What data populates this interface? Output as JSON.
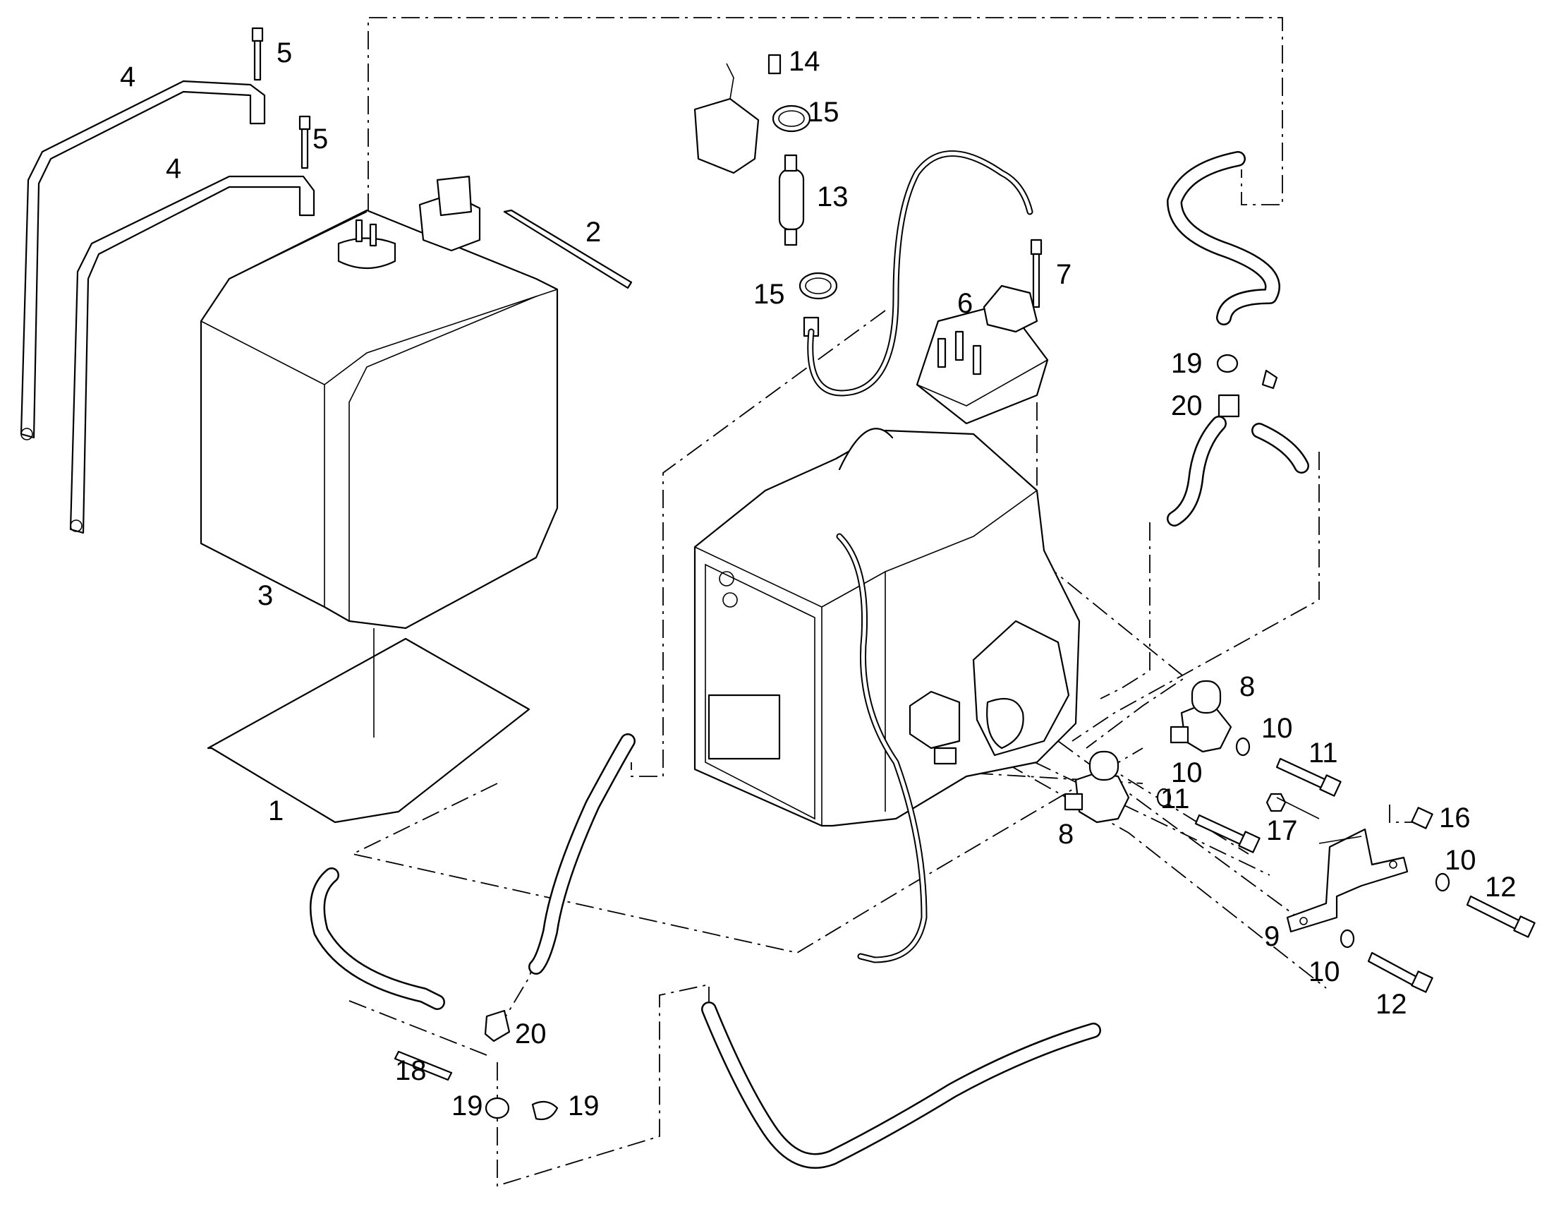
{
  "diagram": {
    "callouts": [
      {
        "id": "c1",
        "label": "1"
      },
      {
        "id": "c2",
        "label": "2"
      },
      {
        "id": "c3",
        "label": "3"
      },
      {
        "id": "c4a",
        "label": "4"
      },
      {
        "id": "c4b",
        "label": "4"
      },
      {
        "id": "c5a",
        "label": "5"
      },
      {
        "id": "c5b",
        "label": "5"
      },
      {
        "id": "c6",
        "label": "6"
      },
      {
        "id": "c7",
        "label": "7"
      },
      {
        "id": "c8a",
        "label": "8"
      },
      {
        "id": "c8b",
        "label": "8"
      },
      {
        "id": "c9",
        "label": "9"
      },
      {
        "id": "c10a",
        "label": "10"
      },
      {
        "id": "c10b",
        "label": "10"
      },
      {
        "id": "c10c",
        "label": "10"
      },
      {
        "id": "c10d",
        "label": "10"
      },
      {
        "id": "c11a",
        "label": "11"
      },
      {
        "id": "c11b",
        "label": "11"
      },
      {
        "id": "c12a",
        "label": "12"
      },
      {
        "id": "c12b",
        "label": "12"
      },
      {
        "id": "c13",
        "label": "13"
      },
      {
        "id": "c14",
        "label": "14"
      },
      {
        "id": "c15a",
        "label": "15"
      },
      {
        "id": "c15b",
        "label": "15"
      },
      {
        "id": "c16",
        "label": "16"
      },
      {
        "id": "c17",
        "label": "17"
      },
      {
        "id": "c18",
        "label": "18"
      },
      {
        "id": "c19a",
        "label": "19"
      },
      {
        "id": "c19b",
        "label": "19"
      },
      {
        "id": "c19c",
        "label": "19"
      },
      {
        "id": "c20a",
        "label": "20"
      },
      {
        "id": "c20b",
        "label": "20"
      }
    ]
  }
}
